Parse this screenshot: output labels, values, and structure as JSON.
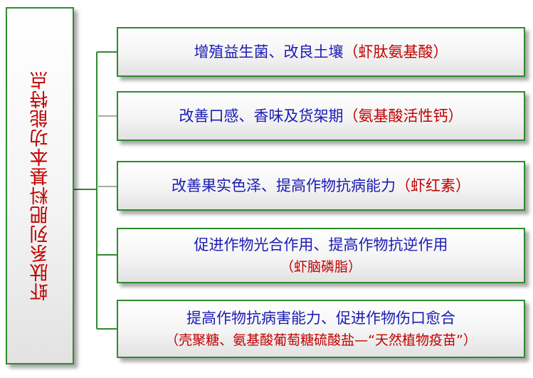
{
  "title": "虾肽系列肥料基本功能特点",
  "colors": {
    "title": "#c00000",
    "main_text": "#1b1bb3",
    "note_text": "#c00000",
    "border": "#2e8b2e",
    "connector": "#2e8b2e"
  },
  "items": [
    {
      "main": "增殖益生菌、改良土壤",
      "note": "（虾肽氨基酸）"
    },
    {
      "main": "改善口感、香味及货架期",
      "note": "（氨基酸活性钙）"
    },
    {
      "main": "改善果实色泽、提高作物抗病能力",
      "note": "（虾红素）"
    },
    {
      "main": "促进作物光合作用、提高作物抗逆作用",
      "note": "（虾脑磷脂）"
    },
    {
      "main": "提高作物抗病害能力、促进作物伤口愈合",
      "note": "（壳聚糖、氨基酸葡萄糖硫酸盐—“天然植物疫苗”）"
    }
  ]
}
